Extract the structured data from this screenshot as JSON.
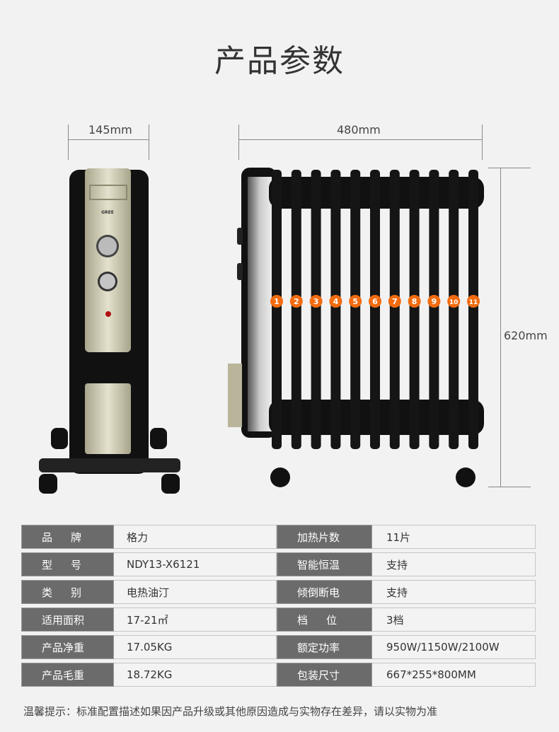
{
  "title": "产品参数",
  "dimensions": {
    "depth": "145mm",
    "width": "480mm",
    "height": "620mm"
  },
  "product": {
    "brand_logo": "GREE",
    "fin_numbers": [
      "1",
      "2",
      "3",
      "4",
      "5",
      "6",
      "7",
      "8",
      "9",
      "10",
      "11"
    ]
  },
  "specs": [
    {
      "label1": "品牌",
      "value1": "格力",
      "label2": "加热片数",
      "value2": "11片"
    },
    {
      "label1": "型号",
      "value1": "NDY13-X6121",
      "label2": "智能恒温",
      "value2": "支持"
    },
    {
      "label1": "类别",
      "value1": "电热油汀",
      "label2": "倾倒断电",
      "value2": "支持"
    },
    {
      "label1": "适用面积",
      "value1": "17-21㎡",
      "label2": "档位",
      "value2": "3档"
    },
    {
      "label1": "产品净重",
      "value1": "17.05KG",
      "label2": "额定功率",
      "value2": "950W/1150W/2100W"
    },
    {
      "label1": "产品毛重",
      "value1": "18.72KG",
      "label2": "包装尺寸",
      "value2": "667*255*800MM"
    }
  ],
  "note": "温馨提示：标准配置描述如果因产品升级或其他原因造成与实物存在差异，请以实物为准",
  "colors": {
    "label_bg": "#6b6b6b",
    "badge": "#f26b0f",
    "background": "#f2f2f2"
  }
}
